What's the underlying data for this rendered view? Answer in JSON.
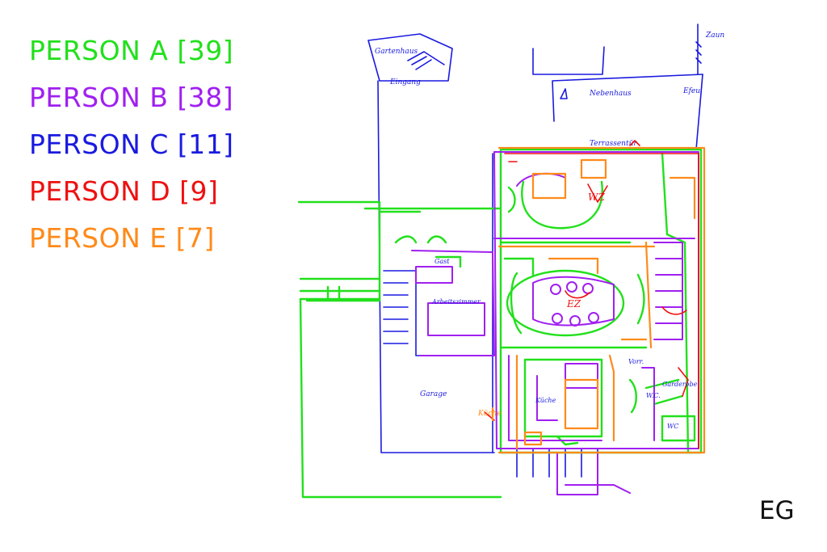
{
  "legend": [
    {
      "label": "PERSON A [39]",
      "color": "#22e01c"
    },
    {
      "label": "PERSON B [38]",
      "color": "#a020f0"
    },
    {
      "label": "PERSON C [11]",
      "color": "#1a1ae0"
    },
    {
      "label": "PERSON D [9]",
      "color": "#ee1111"
    },
    {
      "label": "PERSON E [7]",
      "color": "#ff8a1a"
    }
  ],
  "floor_label": "EG",
  "annotations": {
    "garden": "Gartenhaus",
    "terrace_entry": "Eingang",
    "neighbor": "Nebenhaus",
    "edge_note": "Efeu",
    "corner_note": "Zaun",
    "entrance_top": "Terrassentür",
    "living_room": "WZ",
    "dining": "EZ",
    "guest": "Gast",
    "workroom": "Arbeitszimmer",
    "garage": "Garage",
    "kitchen": "Küche",
    "vestibule": "Vorr.",
    "wardrobe": "Garderobe",
    "wc": "WC",
    "wc2": "W.C."
  }
}
